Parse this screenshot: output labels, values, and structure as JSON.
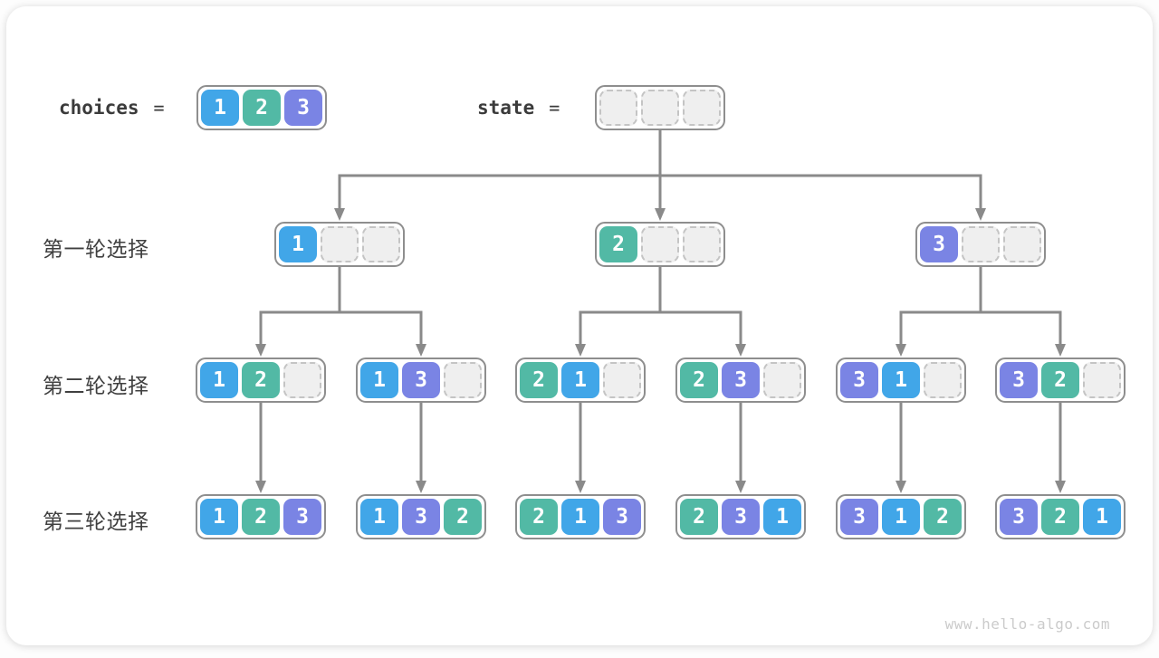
{
  "colors": {
    "1": "#41A6E8",
    "2": "#52B9A5",
    "3": "#7A84E4",
    "node_border": "#8E8E8E",
    "empty_fill": "#EFEFEF",
    "empty_border": "#C4C4C4",
    "arrow": "#8A8A8A",
    "label_text": "#3B3B3B",
    "watermark_text": "#CBCBCB"
  },
  "header": {
    "choices_label": "choices",
    "choices_equals": "=",
    "choices_values": [
      1,
      2,
      3
    ],
    "state_label": "state",
    "state_equals": "=",
    "state_values": [
      null,
      null,
      null
    ]
  },
  "tree": {
    "rows": [
      {
        "label": "第一轮选择",
        "nodes": [
          [
            1,
            null,
            null
          ],
          [
            2,
            null,
            null
          ],
          [
            3,
            null,
            null
          ]
        ]
      },
      {
        "label": "第二轮选择",
        "nodes": [
          [
            1,
            2,
            null
          ],
          [
            1,
            3,
            null
          ],
          [
            2,
            1,
            null
          ],
          [
            2,
            3,
            null
          ],
          [
            3,
            1,
            null
          ],
          [
            3,
            2,
            null
          ]
        ]
      },
      {
        "label": "第三轮选择",
        "nodes": [
          [
            1,
            2,
            3
          ],
          [
            1,
            3,
            2
          ],
          [
            2,
            1,
            3
          ],
          [
            2,
            3,
            1
          ],
          [
            3,
            1,
            2
          ],
          [
            3,
            2,
            1
          ]
        ]
      }
    ]
  },
  "footer": {
    "watermark": "www.hello-algo.com"
  }
}
